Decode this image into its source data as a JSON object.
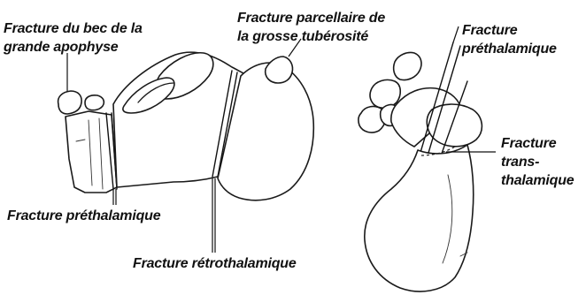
{
  "labels": {
    "bec": [
      "Fracture du bec de la",
      "grande apophyse"
    ],
    "parcellaire": [
      "Fracture parcellaire de",
      "la grosse tubérosité"
    ],
    "prethal_right": [
      "Fracture",
      "préthalamique"
    ],
    "transthal": [
      "Fracture",
      "trans-",
      "thalamique"
    ],
    "prethal_left": "Fracture préthalamique",
    "retrothal": "Fracture rétrothalamique"
  },
  "colors": {
    "ink": "#111111",
    "background": "#ffffff"
  }
}
